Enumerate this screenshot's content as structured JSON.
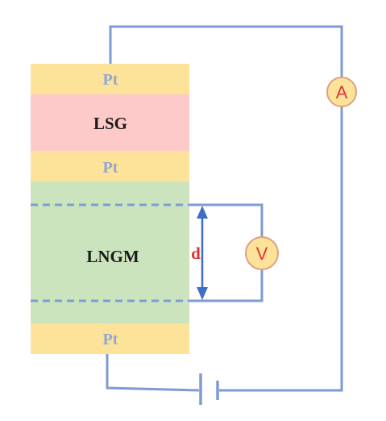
{
  "layers": {
    "pt_top": "Pt",
    "lsg": "LSG",
    "pt_middle": "Pt",
    "lngm": "LNGM",
    "pt_bottom": "Pt"
  },
  "meters": {
    "ammeter": "A",
    "voltmeter": "V"
  },
  "distance_label": "d",
  "colors": {
    "pt": "#fde29a",
    "lsg": "#fdc9c9",
    "lngm": "#cce4bd",
    "wire": "#7f9bd3",
    "pt_text": "#8fa7d6",
    "meter_fill": "#fde29a",
    "meter_stroke": "#e0a080",
    "meter_text": "#e03838",
    "arrow": "#3f6ec4",
    "distance_text": "#e03030"
  }
}
